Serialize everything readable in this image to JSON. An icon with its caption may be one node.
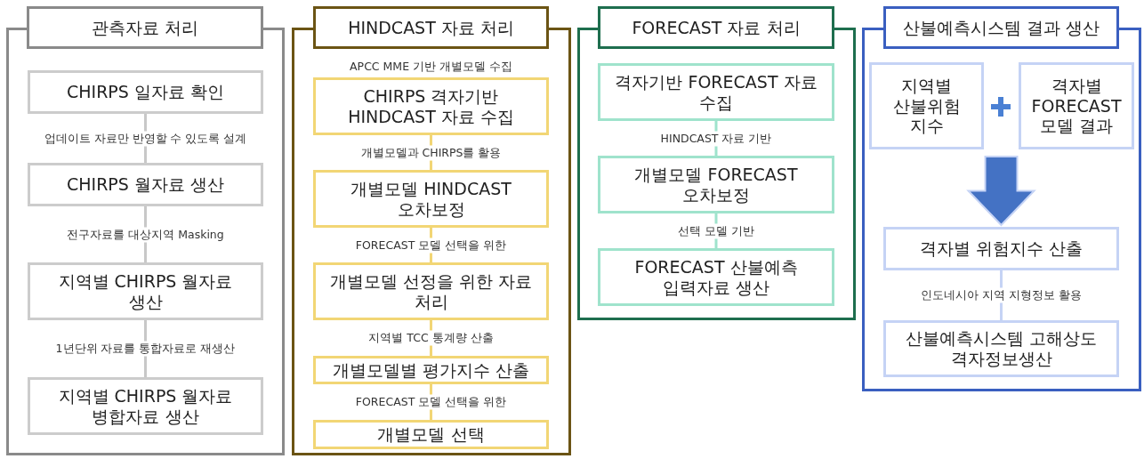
{
  "diagram": {
    "nodes": [
      {
        "text": [
          "관측자료 처리"
        ]
      },
      {
        "text": [
          "CHIRPS 일자료 확인"
        ],
        "in": 0
      },
      {
        "text": [
          "CHIRPS 월자료 생산"
        ],
        "in": 0
      },
      {
        "text": [
          "지역별 CHIRPS 월자료 생산"
        ],
        "in": 0
      },
      {
        "text": [
          "지역별 CHIRPS 월자료 병합자료 생산"
        ],
        "in": 0
      },
      {
        "text": [
          "HINDCAST 자료 처리"
        ]
      },
      {
        "text": [
          "CHIRPS 격자기반 HINDCAST 자료 수집"
        ],
        "in": 5,
        "beside": [
          "APCC MME 기반 개별모델 수집"
        ]
      },
      {
        "text": [
          "개별모델 HINDCAST 오차보정"
        ],
        "in": 5
      },
      {
        "text": [
          "개별모델 선정을 위한 자료 처리"
        ],
        "in": 5
      },
      {
        "text": [
          "개별모델별 평가지수 산출"
        ],
        "in": 5
      },
      {
        "text": [
          "개별모델 선택"
        ],
        "in": 5
      },
      {
        "text": [
          "FORECAST 자료 처리"
        ]
      },
      {
        "text": [
          "격자기반 FORECAST 자료 수집"
        ],
        "in": 11
      },
      {
        "text": [
          "개별모델 FORECAST 오차보정"
        ],
        "in": 11
      },
      {
        "text": [
          "FORECAST 산불예측 입력자료 생산"
        ],
        "in": 11
      },
      {
        "text": [
          "산불예측시스템 결과 생산"
        ]
      },
      {
        "text": [
          "지역별 산불위험 지수"
        ],
        "in": 15
      },
      {
        "text": [
          "격자별 FORECAST 모델 결과"
        ],
        "in": 15
      },
      {
        "text": [
          "격자별 위험지수 산출"
        ],
        "in": 15
      },
      {
        "text": [
          "산불예측시스템 고해상도 격자정보생산"
        ],
        "in": 15
      }
    ],
    "edges": [
      {
        "from": 1,
        "to": 2,
        "arrow": "none",
        "label": "업데이트 자료만 반영할 수 있도록 설계",
        "color": "#c8c8c8"
      },
      {
        "from": 2,
        "to": 3,
        "arrow": "none",
        "label": "전구자료를 대상지역 Masking",
        "color": "#c8c8c8"
      },
      {
        "from": 3,
        "to": 4,
        "arrow": "none",
        "label": "1년단위 자료를 통합자료로 재생산",
        "color": "#c8c8c8"
      },
      {
        "from": 6,
        "to": 7,
        "arrow": "none",
        "label": "개별모델과 CHIRPS를 활용",
        "color": "#f2d675"
      },
      {
        "from": 7,
        "to": 8,
        "arrow": "none",
        "label": "FORECAST 모델 선택을 위한",
        "color": "#f2d675"
      },
      {
        "from": 8,
        "to": 9,
        "arrow": "none",
        "label": "지역별 TCC 통계량 산출",
        "color": "#f2d675"
      },
      {
        "from": 9,
        "to": 10,
        "arrow": "none",
        "label": "FORECAST 모델 선택을 위한",
        "color": "#f2d675"
      },
      {
        "from": 12,
        "to": 13,
        "arrow": "none",
        "label": "HINDCAST 자료 기반",
        "color": "#9fe3cc"
      },
      {
        "from": 13,
        "to": 14,
        "arrow": "none",
        "label": "선택 모델 기반",
        "color": "#9fe3cc"
      },
      {
        "from": 16,
        "to": 18,
        "arrow": "to",
        "style": "thick",
        "color": "#4472c4"
      },
      {
        "from": 17,
        "to": 18,
        "arrow": "to",
        "style": "thick",
        "color": "#4472c4"
      },
      {
        "from": 18,
        "to": 19,
        "arrow": "none",
        "label": "인도네시아 지역 지형정보 활용",
        "color": "#c5d3f5"
      }
    ]
  }
}
